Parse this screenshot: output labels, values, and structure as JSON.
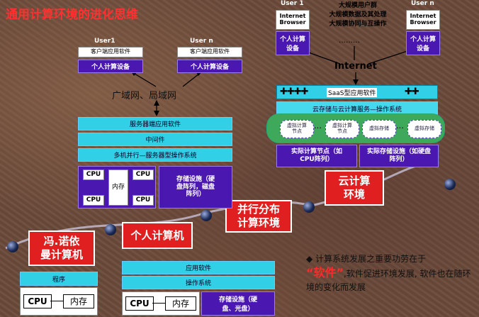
{
  "title": "通用计算环境的进化思维",
  "stage_labels": {
    "von_neumann": "冯.诺依曼计算机",
    "personal": "个人计算机",
    "parallel": "并行分布计算环境",
    "cloud": "云计算环境"
  },
  "von_neumann_stack": {
    "program": "程序",
    "cpu": "CPU",
    "memory": "内存"
  },
  "personal_stack": {
    "app_software": "应用软件",
    "os": "操作系统",
    "cpu": "CPU",
    "memory": "内存",
    "storage": "存储设施（硬盘、光盘）"
  },
  "distributed": {
    "user1": "User1",
    "usern": "User n",
    "client_sw": "客户端应用软件",
    "pc_device": "个人计算设备",
    "network": "广域网、局域网",
    "server_sw": "服务器端应用软件",
    "middleware": "中间件",
    "server_os": "多机并行—服务器型操作系统",
    "cpu": "CPU",
    "memory": "内存",
    "storage": "存储设施（硬盘阵列，磁盘阵列）"
  },
  "cloud": {
    "user1": "User 1",
    "usern": "User n",
    "browser": "Internet Browser",
    "pc_device": "个人计算设备",
    "features": [
      "大规模用户群",
      "大规模数据及其处理",
      "大规模协同与互操作"
    ],
    "dots": "………",
    "internet": "Internet",
    "saas": "SaaS型应用软件",
    "cloud_os": "云存储与云计算服务—操作系统",
    "resources": [
      "虚拟计算节点",
      "虚拟计算节点",
      "虚拟存储",
      "虚拟存储"
    ],
    "ellipsis": "…",
    "physical_compute": "实际计算节点（如CPU阵列）",
    "physical_storage": "实际存储设施（如硬盘阵列）"
  },
  "note": {
    "bullet": "◆",
    "line1": "计算系统发展之重要功劳在于",
    "highlight": "“软件”",
    "line2": ",软件促进环境发展, 软件也在随环境的变化而发展"
  },
  "colors": {
    "title_red": "#ff3030",
    "cyan_box": "#31d0e6",
    "purple_box": "#4a18b0",
    "red_box": "#e02020"
  }
}
